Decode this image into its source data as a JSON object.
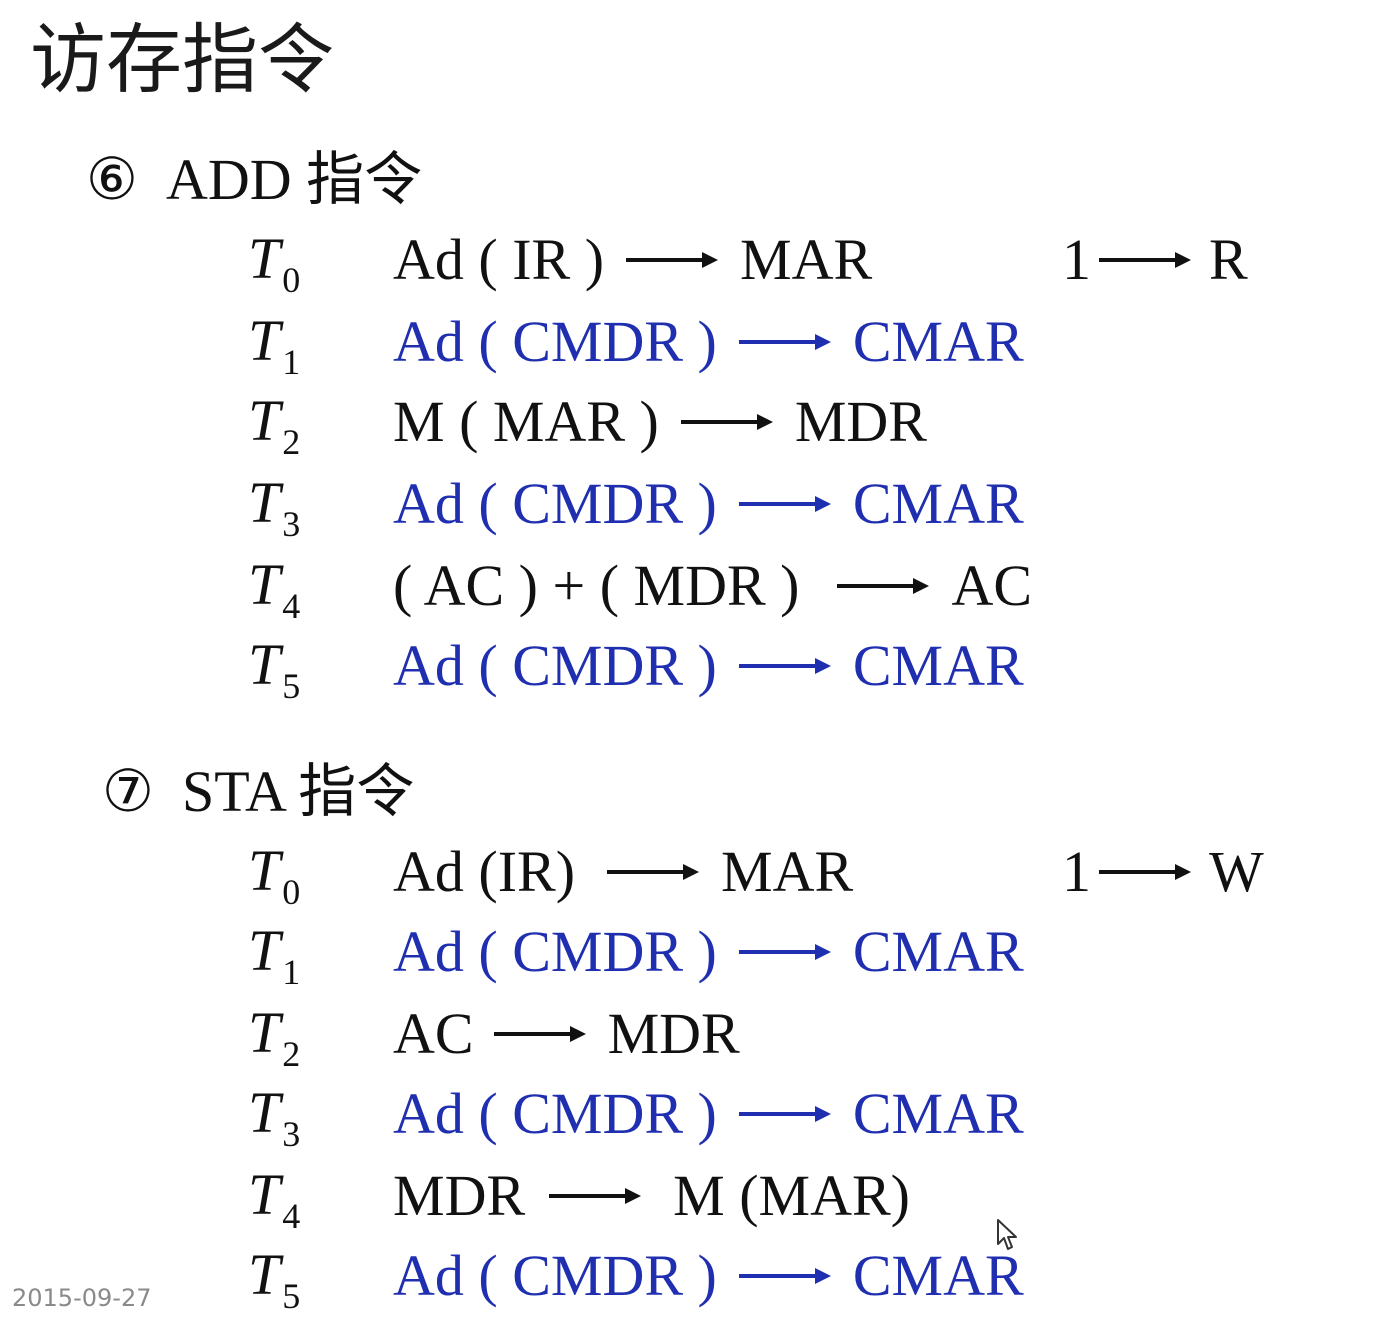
{
  "title": "访存指令",
  "colors": {
    "black": "#111111",
    "blue": "#1f2fb0",
    "date_gray": "#8a8a8a"
  },
  "sections": [
    {
      "number": "⑥",
      "name": "ADD",
      "suffix": "指令",
      "steps": [
        {
          "t": "T",
          "sub": "0",
          "src": "Ad ( IR )",
          "dst": "MAR",
          "side_src": "1",
          "side_dst": "R",
          "color": "black"
        },
        {
          "t": "T",
          "sub": "1",
          "src": "Ad ( CMDR )",
          "dst": "CMAR",
          "color": "blue"
        },
        {
          "t": "T",
          "sub": "2",
          "src": "M ( MAR )",
          "dst": "MDR",
          "color": "black"
        },
        {
          "t": "T",
          "sub": "3",
          "src": "Ad ( CMDR )",
          "dst": "CMAR",
          "color": "blue"
        },
        {
          "t": "T",
          "sub": "4",
          "src": "( AC ) + ( MDR )",
          "dst": "AC",
          "color": "black"
        },
        {
          "t": "T",
          "sub": "5",
          "src": "Ad ( CMDR )",
          "dst": "CMAR",
          "color": "blue"
        }
      ]
    },
    {
      "number": "⑦",
      "name": "STA",
      "suffix": "指令",
      "steps": [
        {
          "t": "T",
          "sub": "0",
          "src": "Ad (IR)",
          "dst": "MAR",
          "side_src": "1",
          "side_dst": "W",
          "color": "black"
        },
        {
          "t": "T",
          "sub": "1",
          "src": "Ad ( CMDR )",
          "dst": "CMAR",
          "color": "blue"
        },
        {
          "t": "T",
          "sub": "2",
          "src": "AC",
          "dst": "MDR",
          "color": "black"
        },
        {
          "t": "T",
          "sub": "3",
          "src": "Ad ( CMDR )",
          "dst": "CMAR",
          "color": "blue"
        },
        {
          "t": "T",
          "sub": "4",
          "src": "MDR",
          "dst": "M (MAR)",
          "color": "black"
        },
        {
          "t": "T",
          "sub": "5",
          "src": "Ad ( CMDR )",
          "dst": "CMAR",
          "color": "blue"
        }
      ]
    }
  ],
  "date": "2015-09-27",
  "cursor_icon": "mouse-pointer-icon"
}
